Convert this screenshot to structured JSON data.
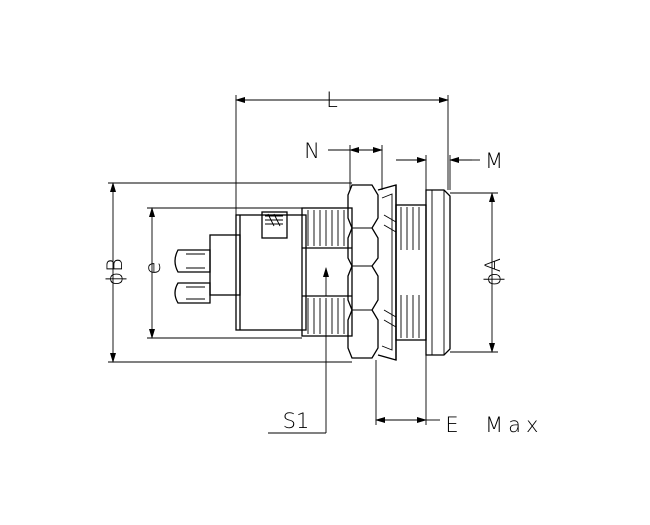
{
  "drawing": {
    "subject": "connector",
    "dimensions": {
      "L": "L",
      "N": "N",
      "M": "M",
      "B": "ϕB",
      "e": "e",
      "A": "ϕA",
      "S1": "S1",
      "E": "E",
      "E_suffix": "Max"
    }
  }
}
